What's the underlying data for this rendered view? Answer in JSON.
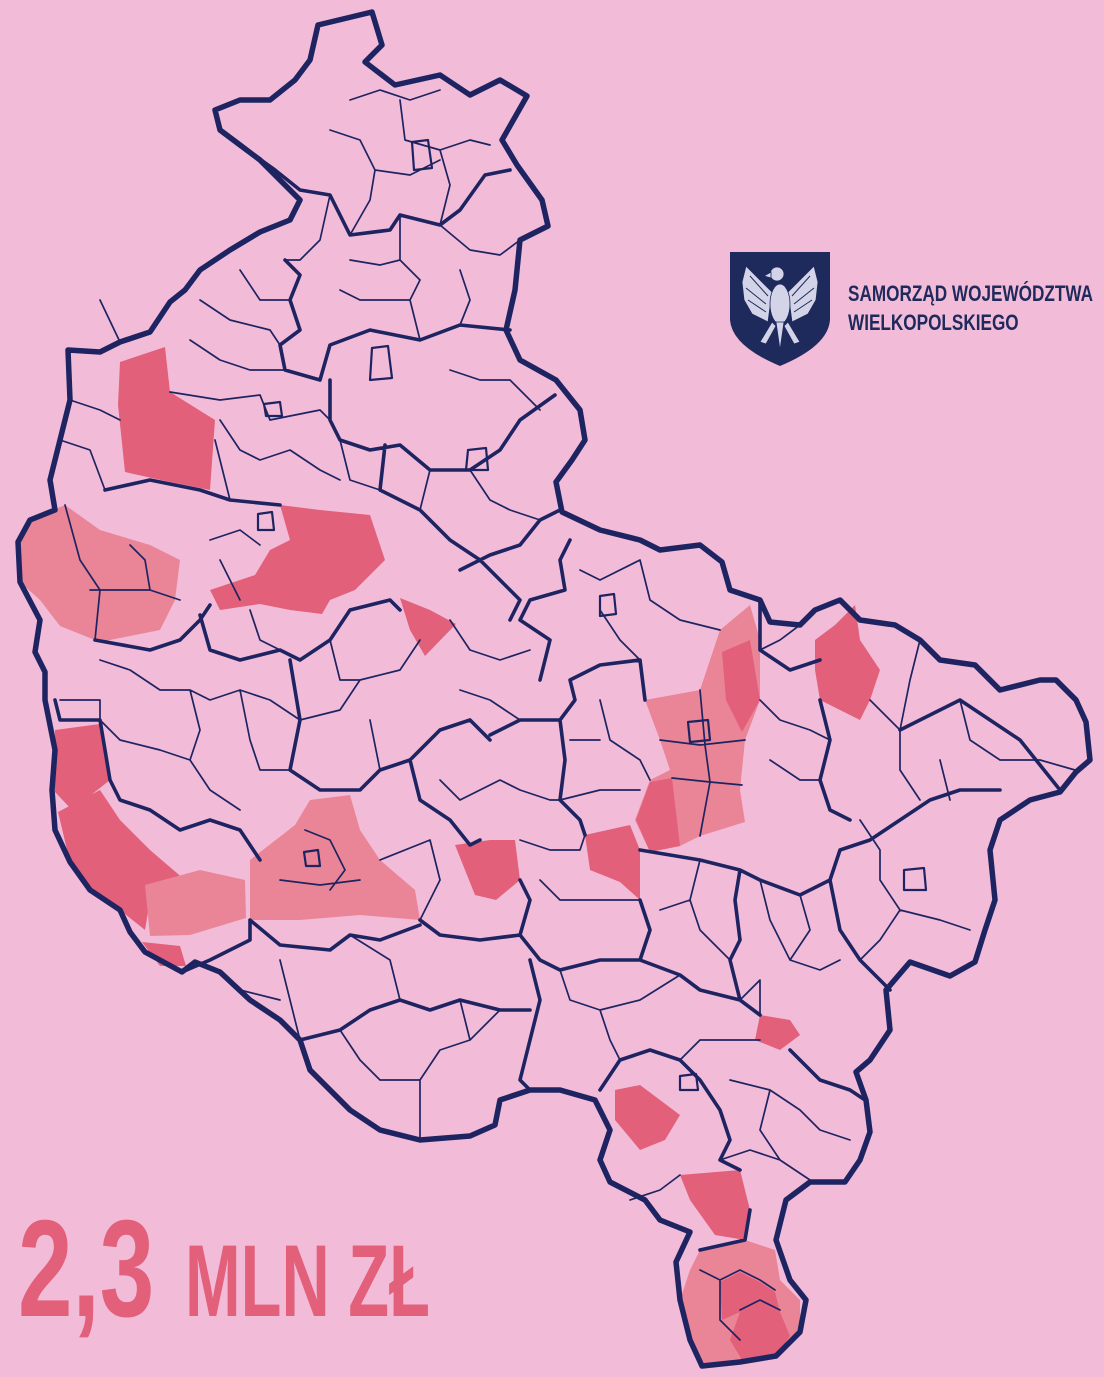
{
  "logo": {
    "emblem_icon": "eagle-shield-icon",
    "line1": "SAMORZĄD WOJEWÓDZTWA",
    "line2": "WIELKOPOLSKIEGO"
  },
  "amount": {
    "value": "2,3",
    "unit": "MLN ZŁ"
  },
  "colors": {
    "background": "#f2bcd9",
    "boundary": "#1e2461",
    "highlight_strong": "#e2607a",
    "highlight_light": "#ea8597",
    "accent_text": "#e2607a",
    "logo_text": "#1f2a5c"
  }
}
